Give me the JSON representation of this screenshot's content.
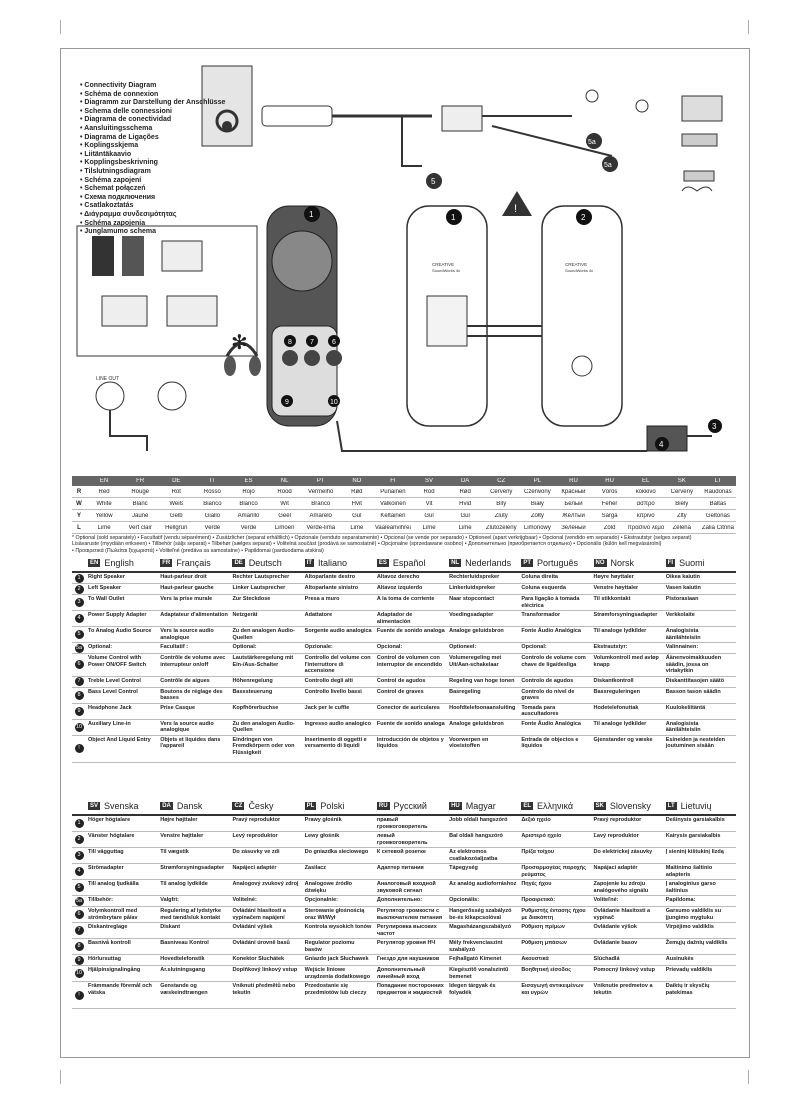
{
  "toc": [
    "Connectivity Diagram",
    "Schéma de connexion",
    "Diagramm zur Darstellung der Anschlüsse",
    "Schema delle connessioni",
    "Diagrama de conectividad",
    "Aansluitingsschema",
    "Diagrama de Ligações",
    "Koplingsskjema",
    "Liitäntäkaavio",
    "Kopplingsbeskrivning",
    "Tilslutningsdiagram",
    "Schéma zapojení",
    "Schemat połączeń",
    "Схема подключения",
    "Csatlakoztatás",
    "Διάγραμμα συνδεσιμότητας",
    "Schéma zapojenia",
    "Junglamumo schema"
  ],
  "diagram": {
    "line_out": "LINE OUT",
    "brand": "CREATIVE",
    "model": "SoundWorks 4x",
    "circle_labels": [
      "1",
      "1",
      "2",
      "3",
      "4",
      "5",
      "5a",
      "5a",
      "6",
      "7",
      "8",
      "9",
      "10"
    ]
  },
  "color_table": {
    "header": [
      "EN",
      "FR",
      "DE",
      "IT",
      "ES",
      "NL",
      "PT",
      "NO",
      "FI",
      "SV",
      "DA",
      "CZ",
      "PL",
      "RU",
      "HU",
      "EL",
      "SK",
      "LT"
    ],
    "rows": [
      {
        "code": "R",
        "words": [
          "Red",
          "Rouge",
          "Rot",
          "Rosso",
          "Rojo",
          "Rood",
          "Vermelho",
          "Rød",
          "Punainen",
          "Röd",
          "Rød",
          "Červený",
          "Czerwony",
          "Красный",
          "Vörös",
          "κόκκινο",
          "Červený",
          "Raudonas"
        ]
      },
      {
        "code": "W",
        "words": [
          "White",
          "Blanc",
          "Weiß",
          "Bianco",
          "Blanco",
          "Wit",
          "Branco",
          "Hvit",
          "Valkoinen",
          "Vit",
          "Hvid",
          "Bílý",
          "Biały",
          "Белый",
          "Fehér",
          "άσπρο",
          "Biely",
          "Baltas"
        ]
      },
      {
        "code": "Y",
        "words": [
          "Yellow",
          "Jaune",
          "Gelb",
          "Giallo",
          "Amarillo",
          "Geel",
          "Amarelo",
          "Gul",
          "Keltainen",
          "Gul",
          "Gul",
          "Žlutý",
          "Żółty",
          "Жёлтый",
          "Sárga",
          "κίτρινο",
          "Žltý",
          "Geltonas"
        ]
      },
      {
        "code": "L",
        "words": [
          "Lime",
          "Vert clair",
          "Hellgrün",
          "Verde",
          "Verde",
          "Limoen",
          "Verde-lima",
          "Lime",
          "Vaaleanvihreä",
          "Lime",
          "Lime",
          "Žlutozelený",
          "Limonowy",
          "Зеленый",
          "Zöld",
          "πράσινο λεμόνι",
          "Zelená",
          "Žalia Citrina"
        ]
      }
    ]
  },
  "notes": [
    "* Optional (sold separately) • Facultatif (vendu séparément) • Zusätzlicher (separat erhältlich) • Opzionale (venduto separatamente) • Opcional (se vende por separado) • Optioneel (apart verkrijgbaar) • Opcional (vendido em separado) • Ekstrautstyr (selges separat)",
    "Lisävaruste (myydään erikseen) • Tillbehör (säljs separat) • Tilbehør (sælges separat) • Volitelná součást (prodává se samostatně) • Opcjonalne (sprzedawane osobno) • Дополнительно (приобретается отдельно) • Opcionális (külön kell megvásárolni)",
    "• Προαιρετικά (Πωλείται ξεχωριστά) • Voliteľné (predáva sa samostatne) • Papildomai (parduodama atskirai)"
  ],
  "legend1": {
    "languages": [
      [
        "EN",
        "English"
      ],
      [
        "FR",
        "Français"
      ],
      [
        "DE",
        "Deutsch"
      ],
      [
        "IT",
        "Italiano"
      ],
      [
        "ES",
        "Español"
      ],
      [
        "NL",
        "Nederlands"
      ],
      [
        "PT",
        "Português"
      ],
      [
        "NO",
        "Norsk"
      ],
      [
        "FI",
        "Suomi"
      ]
    ],
    "rows": [
      [
        "Right Speaker",
        "Haut-parleur droit",
        "Rechter Lautsprecher",
        "Altoparlante destro",
        "Altavoz derecho",
        "Rechterluidspreker",
        "Coluna direita",
        "Høyre høyttaler",
        "Oikea kaiutin"
      ],
      [
        "Left Speaker",
        "Haut-parleur gauche",
        "Linker Lautsprecher",
        "Altoparlante sinistro",
        "Altavoz izquierdo",
        "Linkerluidspreker",
        "Coluna esquerda",
        "Venstre høyttaler",
        "Vasen kaiutin"
      ],
      [
        "To Wall Outlet",
        "Vers la prise murale",
        "Zur Steckdose",
        "Presa a muro",
        "A la toma de corriente",
        "Naar stopcontact",
        "Para ligação à tomada eléctrica",
        "Til stikkontakt",
        "Pistorasiaan"
      ],
      [
        "Power Supply Adapter",
        "Adaptateur d'alimentation",
        "Netzgerät",
        "Adattatore",
        "Adaptador de alimentación",
        "Voedingsadapter",
        "Transformador",
        "Strømforsyningsadapter",
        "Verkkolaite"
      ],
      [
        "To Analog Audio Source",
        "Vers la source audio analogique",
        "Zu den analogen Audio-Quellen",
        "Sorgente audio analogica",
        "Fuente de sonido analoga",
        "Analoge geluidsbron",
        "Fonte Áudio Analógica",
        "Til analoge lydkilder",
        "Analogisista äänilähteisiin"
      ],
      [
        "Optional:",
        "Facultatif :",
        "Optional:",
        "Opzionale:",
        "Opcional:",
        "Optioneel:",
        "Opcional:",
        "Ekstrautstyr:",
        "Valinnainen:"
      ],
      [
        "Volume Control with Power ON/OFF Switch",
        "Contrôle de volume avec interrupteur on/off",
        "Lautstärkeregelung mit Ein-/Aus-Schalter",
        "Controllo del volume con l'interruttore di accensione",
        "Control de volumen con interruptor de encendido",
        "Volumeregeling met Uit/Aan-schakelaar",
        "Controlo de volume com chave de liga/desliga",
        "Volumkontroll med avløp knapp",
        "Äänenvoimakkuuden säädin, jossa on virtakytkin"
      ],
      [
        "Treble Level Control",
        "Contrôle de aigues",
        "Höhenregelung",
        "Controllo degli alti",
        "Control de agudos",
        "Regeling van hoge tonen",
        "Controlo de agudos",
        "Diskantkontroll",
        "Diskanttitasojen säätö"
      ],
      [
        "Bass Level Control",
        "Boutons de réglage des basses",
        "Basssteuerung",
        "Controllo livello bassi",
        "Control de graves",
        "Basregeling",
        "Controlo do nível de graves",
        "Bassreguleringen",
        "Basson tason säädin"
      ],
      [
        "Headphone Jack",
        "Prise Casque",
        "Kopfhörerbuchse",
        "Jack per le cuffie",
        "Conector de auriculares",
        "Hoofdtelefoonaansluiting",
        "Tomada para auscultadores",
        "Hodetelefonuttak",
        "Kuulokeliitäntä"
      ],
      [
        "Auxiliary Line-in",
        "Vers la source audio analogique",
        "Zu den analogen Audio-Quellen",
        "Ingresso audio analogico",
        "Fuente de sonido analoga",
        "Analoge geluidsbron",
        "Fonte Áudio Analógica",
        "Til analoge lydkilder",
        "Analogisista äänilähteisiin"
      ],
      [
        "Object And Liquid Entry",
        "Objets et liquides dans l'appareil",
        "Eindringen von Fremdkörpern oder von Flüssigkeit",
        "Inserimento di oggetti e versamento di liquidi",
        "Introducción de objetos y líquidos",
        "Voorwerpen en vloeistoffen",
        "Entrada de objectos e líquidos",
        "Gjenstander og væske",
        "Esineiden ja nesteiden joutuminen sisään"
      ]
    ]
  },
  "legend2": {
    "languages": [
      [
        "SV",
        "Svenska"
      ],
      [
        "DA",
        "Dansk"
      ],
      [
        "CZ",
        "Česky"
      ],
      [
        "PL",
        "Polski"
      ],
      [
        "RU",
        "Русский"
      ],
      [
        "HU",
        "Magyar"
      ],
      [
        "EL",
        "Ελληνικά"
      ],
      [
        "SK",
        "Slovensky"
      ],
      [
        "LT",
        "Lietuvių"
      ]
    ],
    "rows": [
      [
        "Höger högtalare",
        "Højre højttaler",
        "Pravý reproduktor",
        "Prawy głośnik",
        "правый громкоговоритель",
        "Jobb oldali hangszóró",
        "Δεξιό ηχείο",
        "Pravý reproduktor",
        "Dešinysis garsiakalbis"
      ],
      [
        "Vänster högtalare",
        "Venstre højttaler",
        "Levý reproduktor",
        "Lewy głośnik",
        "левый громкоговоритель",
        "Bal oldali hangszóró",
        "Αριστερό ηχείο",
        "Ľavý reproduktor",
        "Kairysis garsiakalbis"
      ],
      [
        "Till vägguttag",
        "Til vægstik",
        "Do zásuvky ve zdi",
        "Do gniazdka sieciowego",
        "К сетевой розетке",
        "Az elektromos csatlakozóaljzatba",
        "Πρίζα τοίχου",
        "Do elektrickej zásuvky",
        "Į sieninį kištukinį lizdą"
      ],
      [
        "Strömadapter",
        "Strømforsyningsadapter",
        "Napájecí adaptér",
        "Zasilacz",
        "Адаптер питания",
        "Tápegység",
        "Προσαρμογέας παροχής ρεύματος",
        "Napájací adaptér",
        "Maitinimo šaltinio adapteris"
      ],
      [
        "Till analog ljudkälla",
        "Til analog lydkilde",
        "Analogový zvukový zdroj",
        "Analogowe źródło dźwięku",
        "Аналоговый входной звуковой сигнал",
        "Az analóg audioforráshoz",
        "Πηγές ήχου",
        "Zapojenie ku zdroju analógového signálu",
        "Į analoginius garso šaltinius"
      ],
      [
        "Tillbehör:",
        "Valgfri:",
        "Volitelné:",
        "Opcjonalnie:",
        "Дополнительно:",
        "Opcionális:",
        "Προαιρετικό:",
        "Voliteľné:",
        "Papildoma:"
      ],
      [
        "Volymkontroll med strömbrytare på/av",
        "Regulering af lydstyrke med tænd/sluk kontakt",
        "Ovládání hlasitosti a vypínačem napájení",
        "Sterowanie głośnością oraz Wł/Wył",
        "Регулятор громкости с выключателем питания",
        "Hangerősség szabályzó be-és kikapcsolóval",
        "Ρυθμιστής έντασης ήχου με διακόπτη",
        "Ovládanie hlasitosti a vypínač",
        "Garsumo valdiklis su įjungimo mygtuku"
      ],
      [
        "Diskantreglage",
        "Diskant",
        "Ovládání výšek",
        "Kontrola wysokich tonów",
        "Регулировка высоких частот",
        "Magasházangszabályzó",
        "Ρύθμιση πρίμων",
        "Ovládanie výšok",
        "Virpėjimo valdiklis"
      ],
      [
        "Basnivå kontroll",
        "Basniveau Kontrol",
        "Ovládání úrovně basů",
        "Regulator poziomu basów",
        "Регулятор уровня НЧ",
        "Mély frekvenciaszint szabályzó",
        "Ρύθμιση μπάσων",
        "Ovládanie basov",
        "Žemųjų dažnių valdiklis"
      ],
      [
        "Hörlursuttag",
        "Hovedtelefonstik",
        "Konektor Sluchátek",
        "Gniazdo jack Słuchawek",
        "Гнездо для наушников",
        "Fejhallgató Kimenet",
        "Ακουστικά",
        "Slúchadlá",
        "Ausinukės"
      ],
      [
        "Hjälpinsignalingång",
        "Ar.slutningsgang",
        "Doplňkový linkový vstup",
        "Wejście liniowe urządzenia dodatkowego",
        "Дополнительный линейный вход",
        "Kiegészítő vonalszintű bemenet",
        "Βοηθητική είσοδος",
        "Pomocný linkový vstup",
        "Prievadų valdiklis"
      ],
      [
        "Främmande föremål och vätska",
        "Genstande og væskeindtrængen",
        "Vniknutí předmětů nebo tekutin",
        "Przedostanie się przedmiotów lub cieczy",
        "Попадание посторонних предметов и жидкостей",
        "Idegen tárgyak és folyadék",
        "Εισαγωγή αντικειμένων και υγρών",
        "Vniknutie predmetov a tekutín",
        "Daiktų ir skysčių patekimas"
      ]
    ]
  }
}
